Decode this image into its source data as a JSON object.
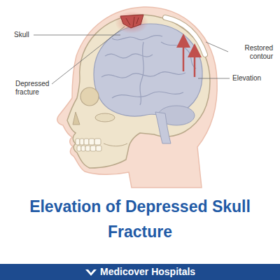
{
  "diagram": {
    "title": "Elevation of Depressed Skull Fracture",
    "labels": [
      "Skull",
      "Depressed fracture",
      "Restored contour",
      "Elevation",
      "Medicover Hospitals"
    ]
  }
}
